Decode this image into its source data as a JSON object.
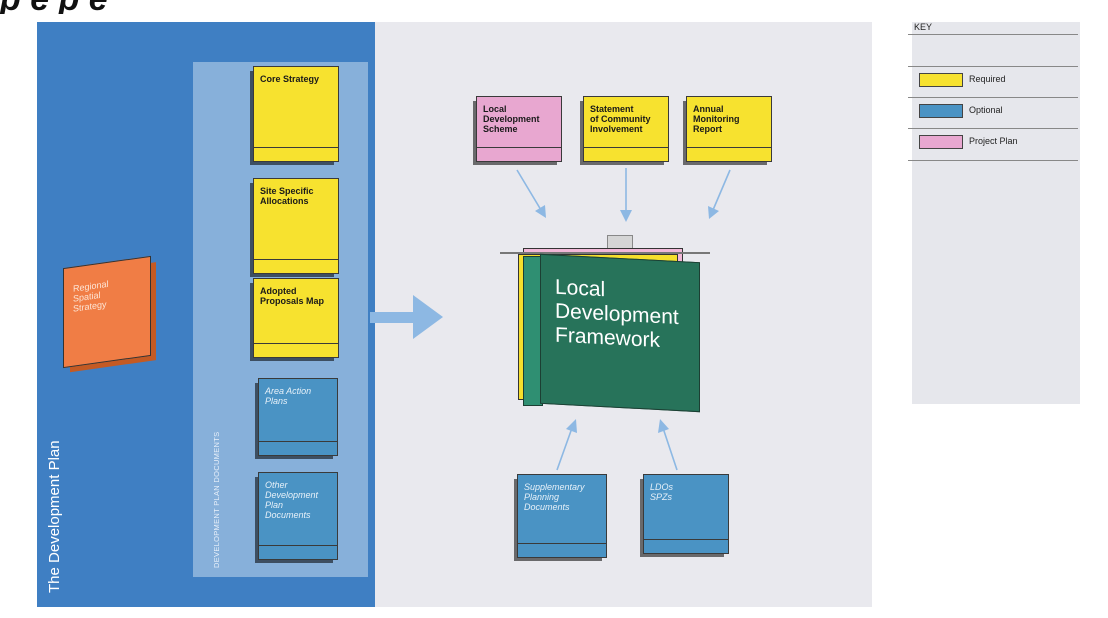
{
  "header": {
    "cropped_title": "p e     p e  "
  },
  "development_plan": {
    "title": "The Development Plan",
    "documents_label": "DEVELOPMENT PLAN DOCUMENTS",
    "regional": "Regional\nSpatial\nStrategy",
    "required_docs": [
      "Core Strategy",
      "Site Specific\nAllocations",
      "Adopted\nProposals Map"
    ],
    "optional_docs": [
      "Area Action\nPlans",
      "Other\nDevelopment\nPlan\nDocuments"
    ]
  },
  "top_docs": [
    {
      "label": "Local\nDevelopment\nScheme",
      "kind": "project-plan"
    },
    {
      "label": "Statement\nof Community\nInvolvement",
      "kind": "required"
    },
    {
      "label": "Annual\nMonitoring\nReport",
      "kind": "required"
    }
  ],
  "bottom_docs": [
    {
      "label": "Supplementary\nPlanning\nDocuments",
      "kind": "optional"
    },
    {
      "label": "LDOs\nSPZs",
      "kind": "optional"
    }
  ],
  "center": {
    "label": "Local\nDevelopment\nFramework"
  },
  "key": {
    "title": "KEY",
    "items": [
      {
        "label": "Required",
        "color": "#f7e22f"
      },
      {
        "label": "Optional",
        "color": "#4a93c4"
      },
      {
        "label": "Project Plan",
        "color": "#e8a7d0"
      }
    ]
  },
  "colors": {
    "required": "#f7e22f",
    "optional": "#4a93c4",
    "project_plan": "#e8a7d0",
    "framework": "#27735a",
    "regional": "#f07d45",
    "arrow": "#8db8e3"
  }
}
